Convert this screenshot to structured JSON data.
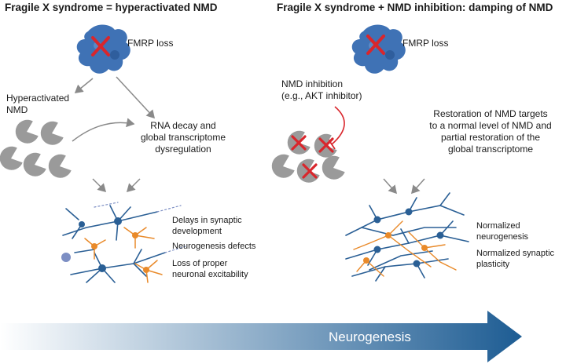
{
  "left_panel": {
    "title": "Fragile X syndrome = hyperactivated NMD",
    "protein_label": "FMRP loss",
    "nmd_label_line1": "Hyperactivated",
    "nmd_label_line2": "NMD",
    "decay_line1": "RNA decay and",
    "decay_line2": "global transcriptome",
    "decay_line3": "dysregulation",
    "outcomes": [
      {
        "line1": "Delays in synaptic",
        "line2": "development"
      },
      {
        "line1": "Neurogenesis defects",
        "line2": ""
      },
      {
        "line1": "Loss of proper",
        "line2": "neuronal excitability"
      }
    ]
  },
  "right_panel": {
    "title": "Fragile X syndrome + NMD inhibition: damping of NMD",
    "protein_label": "FMRP loss",
    "inhibition_line1": "NMD inhibition",
    "inhibition_line2": "(e.g., AKT inhibitor)",
    "restoration_line1": "Restoration of NMD targets",
    "restoration_line2": "to a normal level of NMD and",
    "restoration_line3": "partial restoration of the",
    "restoration_line4": "global transcriptome",
    "outcomes": [
      {
        "line1": "Normalized",
        "line2": "neurogenesis"
      },
      {
        "line1": "Normalized synaptic",
        "line2": "plasticity"
      }
    ]
  },
  "bottom_arrow": {
    "label": "Neurogenesis",
    "color_start": "#ffffff",
    "color_end": "#1d5c93"
  },
  "colors": {
    "protein": "#3f72b5",
    "cross": "#d9262c",
    "pacman": "#9a9a9a",
    "neuron_blue": "#2a5f95",
    "neuron_orange": "#e98a2a",
    "neuron_purple": "#7d8fc4",
    "inhibit_arrow": "#d9262c",
    "grey_arrow": "#8a8a8a"
  }
}
